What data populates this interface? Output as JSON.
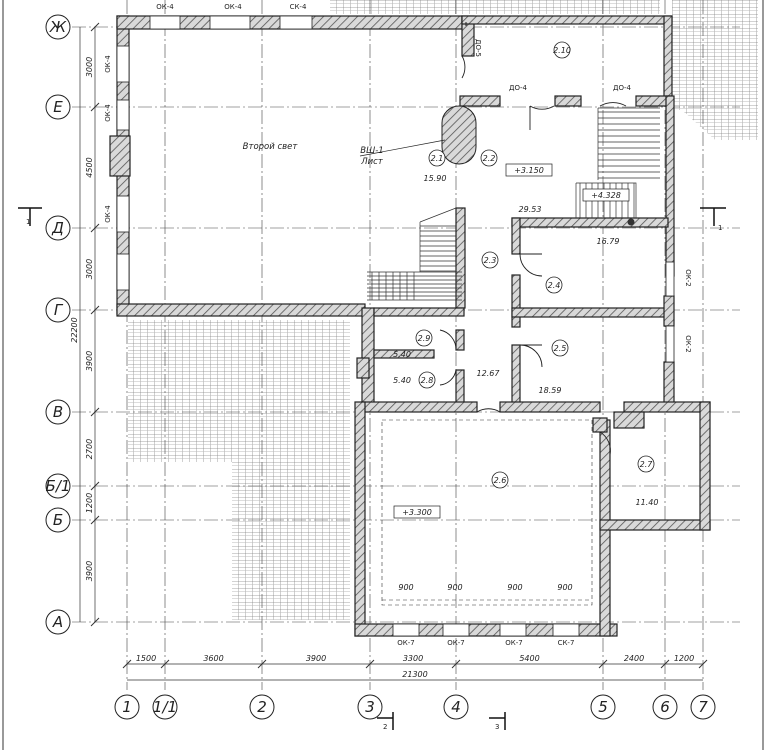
{
  "axes_rows": [
    "Ж",
    "Е",
    "Д",
    "Г",
    "В",
    "Б/1",
    "Б",
    "А"
  ],
  "axes_cols": [
    "1",
    "1/1",
    "2",
    "3",
    "4",
    "5",
    "6",
    "7"
  ],
  "dims_left": [
    "3000",
    "4500",
    "3000",
    "3900",
    "2700",
    "1200",
    "3900"
  ],
  "dim_left_total": "22200",
  "dims_bottom": [
    "1500",
    "3600",
    "3900",
    "3300",
    "5400",
    "2400",
    "1200"
  ],
  "dim_bottom_total": "21300",
  "rooms": [
    "2.1",
    "2.2",
    "2.3",
    "2.4",
    "2.5",
    "2.6",
    "2.7",
    "2.8",
    "2.9",
    "2.10"
  ],
  "areas": [
    "15.90",
    "29.53",
    "16.79",
    "12.67",
    "18.59",
    "11.40",
    "5.40",
    "5.40"
  ],
  "levels": [
    "+3.150",
    "+4.328",
    "+3.300"
  ],
  "notes": {
    "second_light": "Второй свет",
    "vsh1": "ВШ-1",
    "list": "Лист"
  },
  "windows_top": [
    "ОК-4",
    "ОК-4",
    "СК-4"
  ],
  "windows_left": [
    "ОК-4",
    "ОК-4",
    "ОК-4"
  ],
  "windows_right": [
    "ОК-2",
    "ОК-2"
  ],
  "windows_bottom": [
    "ОК-7",
    "ОК-7",
    "ОК-7",
    "СК-7"
  ],
  "window_widths": [
    "900",
    "900",
    "900",
    "900"
  ],
  "doors": [
    "ДО-4",
    "ДО-4",
    "ДО-5"
  ],
  "section_marks": [
    "1",
    "1",
    "2",
    "3"
  ]
}
